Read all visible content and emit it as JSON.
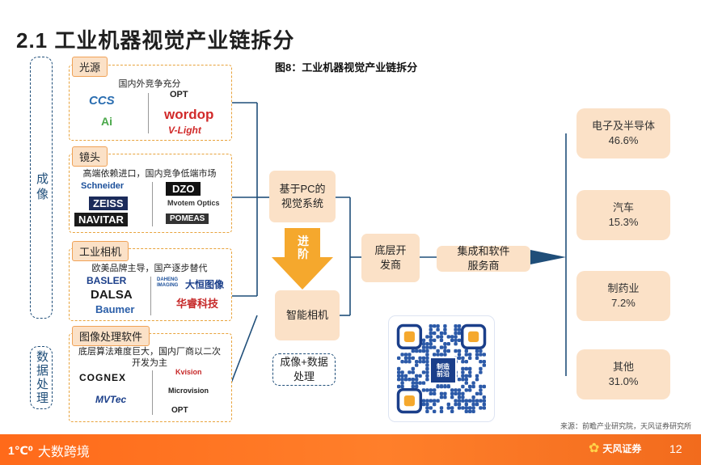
{
  "header": {
    "title": "2.1  工业机器视觉产业链拆分"
  },
  "figure": {
    "title": "图8：工业机器视觉产业链拆分"
  },
  "side_labels": {
    "imaging": "成像",
    "processing": "数据处理"
  },
  "groups": {
    "light": {
      "tag": "光源",
      "desc": "国内外竞争充分",
      "logos": [
        "CCS",
        "OPT",
        "Ai",
        "wordop",
        "V-Light"
      ]
    },
    "lens": {
      "tag": "镜头",
      "desc": "高端依赖进口，国内竞争低端市场",
      "logos": [
        "Schneider",
        "ZEISS",
        "NAVITAR",
        "DZO",
        "Mvotem Optics",
        "POMEAS"
      ]
    },
    "camera": {
      "tag": "工业相机",
      "desc": "欧美品牌主导，国产逐步替代",
      "logos": [
        "BASLER",
        "DALSA",
        "Baumer",
        "DAHENG IMAGING",
        "大恒图像",
        "华睿科技"
      ]
    },
    "software": {
      "tag": "图像处理软件",
      "desc": "底层算法难度巨大，国内厂商以二次开发为主",
      "logos": [
        "COGNEX",
        "MVTec",
        "Kvision",
        "Microvision",
        "OPT"
      ]
    }
  },
  "flow": {
    "pc_vision": "基于PC的视觉系统",
    "advance": "进阶",
    "smart_camera": "智能相机",
    "imaging_plus_data": "成像+数据处理",
    "platform": "底层开发商",
    "integrator": "集成和软件服务商"
  },
  "markets": [
    {
      "name": "电子及半导体",
      "share": "46.6%"
    },
    {
      "name": "汽车",
      "share": "15.3%"
    },
    {
      "name": "制药业",
      "share": "7.2%"
    },
    {
      "name": "其他",
      "share": "31.0%"
    }
  ],
  "qr": {
    "center_label": "制造前沿"
  },
  "source": "来源：前瞻产业研究院，天风证券研究所",
  "footer": {
    "brand_left": "大数跨境",
    "brand_right": "天风证券",
    "page": "12"
  },
  "colors": {
    "accent_orange": "#f5a82d",
    "box_fill": "#fbe1c7",
    "line_blue": "#1f4e79",
    "footer": "#ff6a1a"
  }
}
